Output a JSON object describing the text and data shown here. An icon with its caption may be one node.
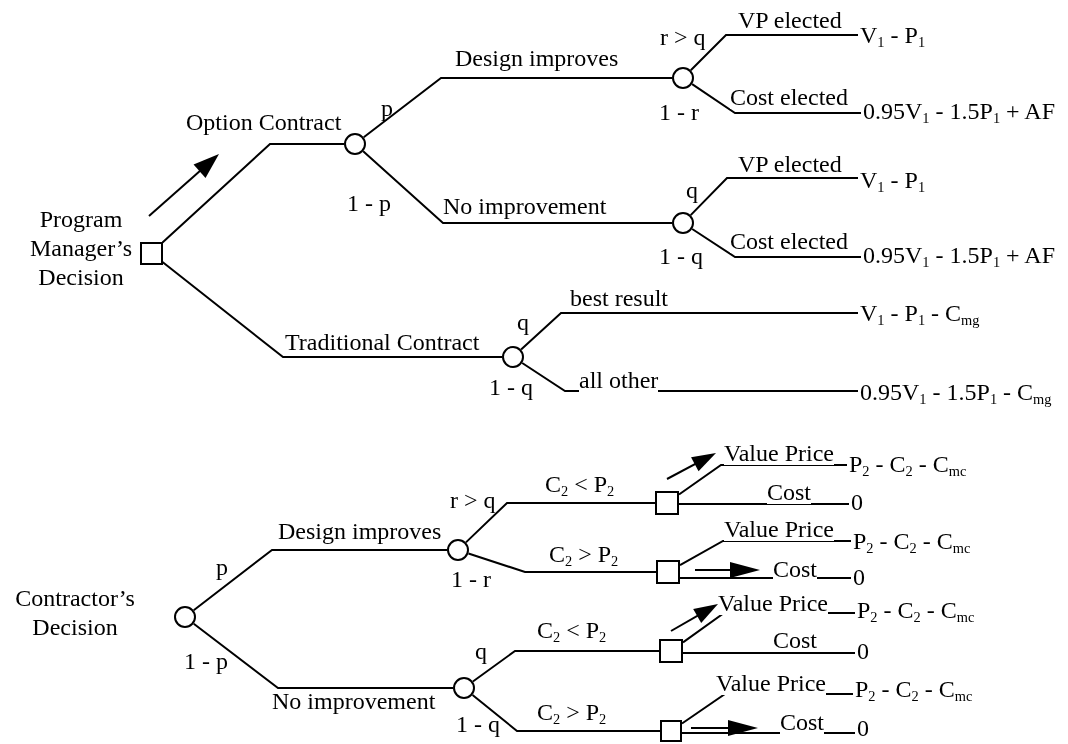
{
  "diagram": {
    "nodes": [
      {
        "text": [],
        "shape": "box",
        "beside": [
          "Program Manager’s Decision"
        ]
      },
      {
        "text": [],
        "shape": "circle"
      },
      {
        "text": [],
        "shape": "circle"
      },
      {
        "text": [
          "V$_{1}$ - P$_{1}$"
        ]
      },
      {
        "text": [
          "0.95V$_{1}$ - 1.5P$_{1}$ + AF"
        ]
      },
      {
        "text": [],
        "shape": "circle"
      },
      {
        "text": [
          "V$_{1}$ - P$_{1}$"
        ]
      },
      {
        "text": [
          "0.95V$_{1}$ - 1.5P$_{1}$ + AF"
        ]
      },
      {
        "text": [],
        "shape": "circle"
      },
      {
        "text": [
          "V$_{1}$ - P$_{1}$ - C$_{mg}$"
        ]
      },
      {
        "text": [
          "0.95V$_{1}$ - 1.5P$_{1}$ - C$_{mg}$"
        ]
      },
      {
        "text": [],
        "shape": "circle",
        "beside": [
          "Contractor’s Decision"
        ]
      },
      {
        "text": [],
        "shape": "circle"
      },
      {
        "text": [],
        "shape": "box"
      },
      {
        "text": [
          "P$_{2}$ - C$_{2}$ - C$_{mc}$"
        ]
      },
      {
        "text": [
          "0"
        ]
      },
      {
        "text": [],
        "shape": "box"
      },
      {
        "text": [
          "P$_{2}$ - C$_{2}$ - C$_{mc}$"
        ]
      },
      {
        "text": [
          "0"
        ]
      },
      {
        "text": [],
        "shape": "circle"
      },
      {
        "text": [],
        "shape": "box"
      },
      {
        "text": [
          "P$_{2}$ - C$_{2}$ - C$_{mc}$"
        ]
      },
      {
        "text": [
          "0"
        ]
      },
      {
        "text": [],
        "shape": "box"
      },
      {
        "text": [
          "P$_{2}$ - C$_{2}$ - C$_{mc}$"
        ]
      },
      {
        "text": [
          "0"
        ]
      }
    ],
    "edges": [
      {
        "from": 0,
        "to": 1,
        "arrow": "none",
        "label": "Option Contract"
      },
      {
        "from": 1,
        "to": 2,
        "arrow": "none",
        "label": "Design improves"
      },
      {
        "from": 2,
        "to": 3,
        "arrow": "none",
        "label": "VP elected"
      },
      {
        "from": 2,
        "to": 4,
        "arrow": "none",
        "label": "Cost elected"
      },
      {
        "from": 1,
        "to": 5,
        "arrow": "none",
        "label": "No improvement"
      },
      {
        "from": 5,
        "to": 6,
        "arrow": "none",
        "label": "VP elected"
      },
      {
        "from": 5,
        "to": 7,
        "arrow": "none",
        "label": "Cost elected"
      },
      {
        "from": 0,
        "to": 8,
        "arrow": "none",
        "label": "Traditional Contract"
      },
      {
        "from": 8,
        "to": 9,
        "arrow": "none",
        "label": "best result"
      },
      {
        "from": 8,
        "to": 10,
        "arrow": "none",
        "label": "all other"
      },
      {
        "from": 11,
        "to": 12,
        "arrow": "none",
        "label": "Design improves"
      },
      {
        "from": 12,
        "to": 13,
        "arrow": "none",
        "label": "C$_{2}$ < P$_{2}$"
      },
      {
        "from": 13,
        "to": 14,
        "arrow": "none",
        "label": "Value Price"
      },
      {
        "from": 13,
        "to": 15,
        "arrow": "none",
        "label": "Cost"
      },
      {
        "from": 12,
        "to": 16,
        "arrow": "none",
        "label": "C$_{2}$ > P$_{2}$"
      },
      {
        "from": 16,
        "to": 17,
        "arrow": "none",
        "label": "Value Price"
      },
      {
        "from": 16,
        "to": 18,
        "arrow": "none",
        "label": "Cost"
      },
      {
        "from": 11,
        "to": 19,
        "arrow": "none",
        "label": "No improvement"
      },
      {
        "from": 19,
        "to": 20,
        "arrow": "none",
        "label": "C$_{2}$ < P$_{2}$"
      },
      {
        "from": 20,
        "to": 21,
        "arrow": "none",
        "label": "Value Price"
      },
      {
        "from": 20,
        "to": 22,
        "arrow": "none",
        "label": "Cost"
      },
      {
        "from": 19,
        "to": 23,
        "arrow": "none",
        "label": "C$_{2}$ > P$_{2}$"
      },
      {
        "from": 23,
        "to": 24,
        "arrow": "none",
        "label": "Value Price"
      },
      {
        "from": 23,
        "to": 25,
        "arrow": "none",
        "label": "Cost"
      }
    ],
    "labels": [
      "p",
      "1 - p",
      "r > q",
      "1 - r",
      "q",
      "1 - q",
      "q",
      "1 - q",
      "p",
      "1 - p",
      "r > q",
      "1 - r",
      "q",
      "1 - q"
    ]
  }
}
